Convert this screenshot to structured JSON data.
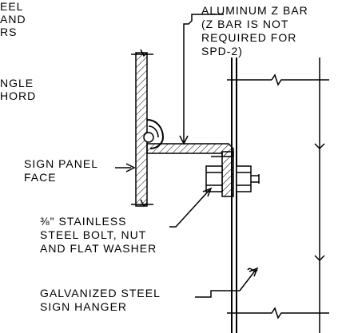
{
  "diagram": {
    "labels": {
      "cropped_1": "EEL",
      "cropped_2": "AND",
      "cropped_3": "RS",
      "cropped_4": "NGLE",
      "cropped_5": "HORD",
      "zbar_1": "ALUMINUM Z BAR",
      "zbar_2": "(Z BAR IS NOT",
      "zbar_3": "REQUIRED FOR",
      "zbar_4": "SPD-2)",
      "face_1": "SIGN PANEL",
      "face_2": "FACE",
      "bolt_1": "⅜\" STAINLESS",
      "bolt_2": "STEEL BOLT, NUT",
      "bolt_3": "AND FLAT WASHER",
      "hanger_1": "GALVANIZED STEEL",
      "hanger_2": "SIGN HANGER"
    }
  }
}
